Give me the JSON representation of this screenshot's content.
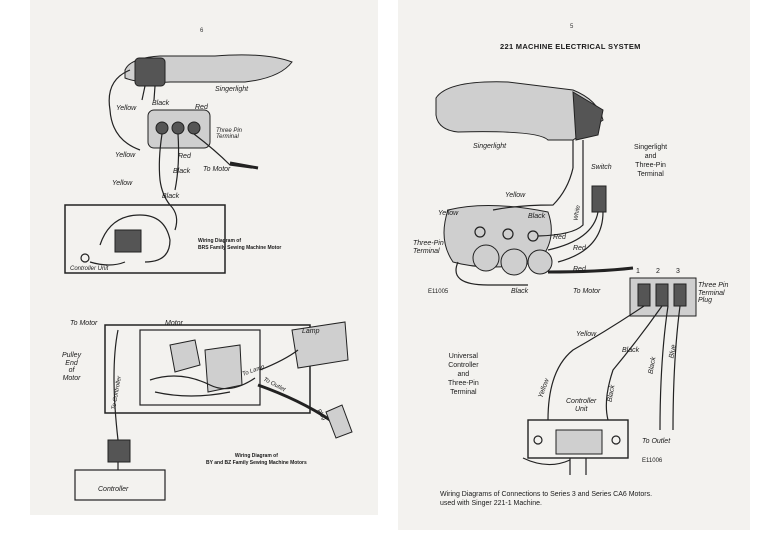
{
  "left_page": {
    "page_number": "6",
    "diagram1": {
      "labels": {
        "singerlight": "Singerlight",
        "yellow_top": "Yellow",
        "black_top": "Black",
        "red_top": "Red",
        "terminal": "Three Pin\nTerminal",
        "yellow_mid": "Yellow",
        "red_mid": "Red",
        "black_mid": "Black",
        "to_motor": "To Motor",
        "yellow_low": "Yellow",
        "black_low": "Black",
        "controller_unit": "Controller Unit"
      },
      "caption": "Wiring Diagram of\nBRS Family Sewing Machine Motor"
    },
    "diagram2": {
      "labels": {
        "to_motor": "To Motor",
        "motor": "Motor",
        "lamp": "Lamp",
        "pulley_end": "Pulley\nEnd\nof\nMotor",
        "lamp_wire": "To Lamp",
        "to_outlet": "To Outlet",
        "plug": "Plug",
        "to_controller": "To Controller",
        "controller": "Controller"
      },
      "caption": "Wiring Diagram of\nBY and BZ Family Sewing Machine Motors"
    }
  },
  "right_page": {
    "page_number": "5",
    "title": "221 MACHINE ELECTRICAL SYSTEM",
    "diagram1": {
      "labels": {
        "singerlight": "Singerlight",
        "switch": "Switch",
        "side_label": "Singerlight\nand\nThree-Pin\nTerminal",
        "yellow_a": "Yellow",
        "yellow_b": "Yellow",
        "black": "Black",
        "white": "White",
        "red_a": "Red",
        "red_b": "Red",
        "red_c": "Red",
        "terminal": "Three-Pin\nTerminal",
        "ref": "E11005",
        "black_bottom": "Black",
        "to_motor": "To Motor"
      }
    },
    "diagram2": {
      "labels": {
        "pin1": "1",
        "pin2": "2",
        "pin3": "3",
        "plug": "Three Pin\nTerminal\nPlug",
        "yellow": "Yellow",
        "black_a": "Black",
        "black_b": "Black",
        "blue": "Blue",
        "side_label": "Universal\nController\nand\nThree-Pin\nTerminal",
        "yellow_v": "Yellow",
        "black_v": "Black",
        "controller_unit": "Controller\nUnit",
        "to_outlet": "To Outlet",
        "ref": "E11006"
      }
    },
    "caption": "Wiring Diagrams of Connections to Series 3 and Series CA6 Motors.\nused with Singer 221-1 Machine."
  }
}
